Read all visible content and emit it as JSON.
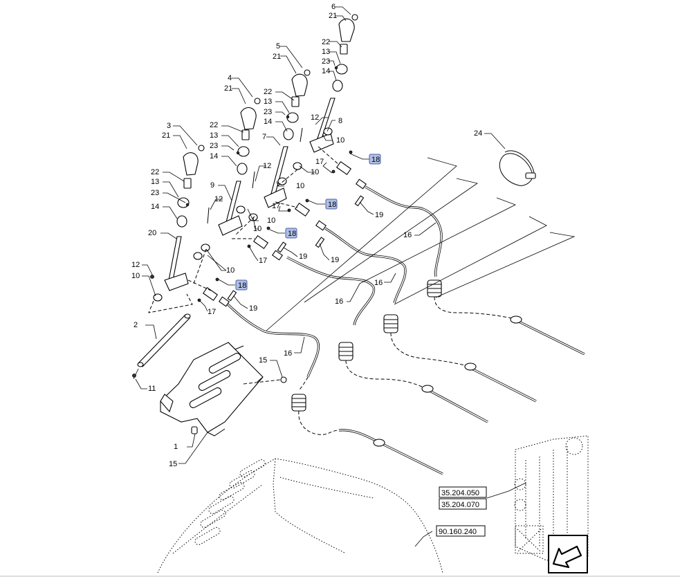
{
  "callouts": {
    "c1": "1",
    "c2": "2",
    "c3": "3",
    "c4": "4",
    "c5": "5",
    "c6": "6",
    "c7": "7",
    "c8": "8",
    "c9": "9",
    "c10": "10",
    "c11": "11",
    "c12": "12",
    "c13": "13",
    "c14": "14",
    "c15": "15",
    "c16": "16",
    "c17": "17",
    "c18": "18",
    "c19": "19",
    "c20": "20",
    "c21": "21",
    "c22": "22",
    "c23": "23",
    "c24": "24"
  },
  "references": {
    "ref1": "35.204.050",
    "ref2": "35.204.070",
    "ref3": "90.160.240"
  },
  "colors": {
    "highlight": "#aebfe8",
    "ink": "#000000"
  },
  "icons": {
    "nav": "arrow-down-left-icon"
  }
}
